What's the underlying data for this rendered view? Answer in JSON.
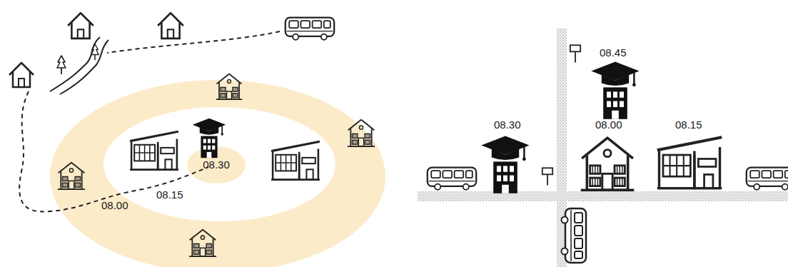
{
  "diagram": {
    "nodes": [
      {
        "text": [
          "08.00"
        ]
      },
      {
        "text": [
          "08.15"
        ],
        "in": 0
      },
      {
        "text": [
          "08.30"
        ],
        "in": 1
      }
    ],
    "labels": [
      "08.45",
      "08.30",
      "08.00",
      "08.15"
    ]
  }
}
